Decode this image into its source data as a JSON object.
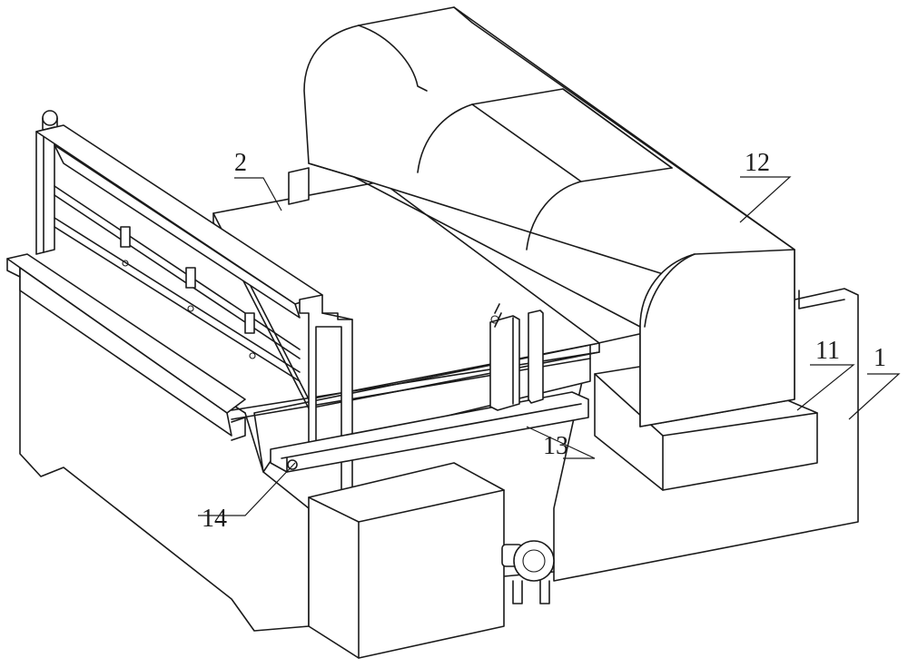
{
  "labels": {
    "frame": "1",
    "platform": "2",
    "base": "11",
    "housing": "12",
    "rail": "13",
    "slider": "14"
  }
}
